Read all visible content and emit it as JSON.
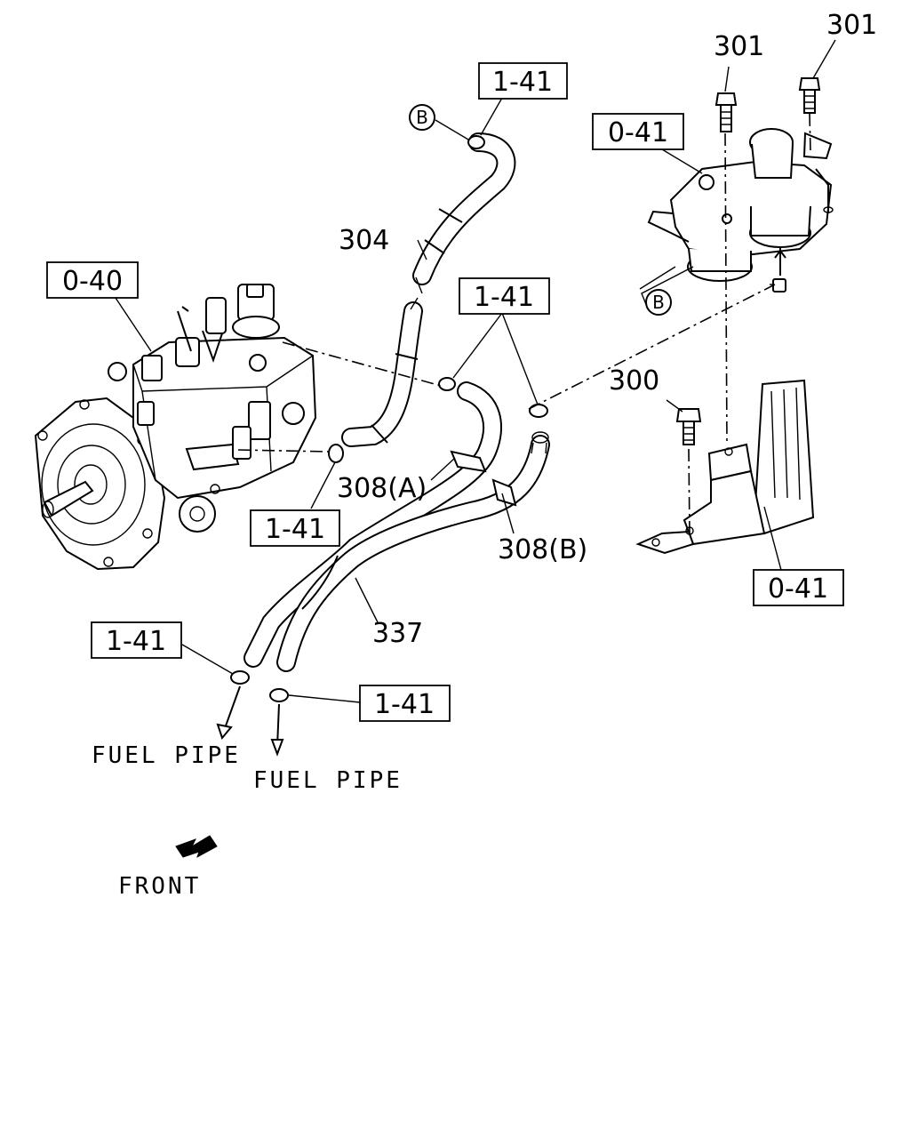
{
  "diagram": {
    "refs": {
      "hose_upper": "1-41",
      "filter": "0-41",
      "pump": "0-40",
      "clips": "1-41",
      "pump_clip": "1-41",
      "bracket": "0-41",
      "pipe_left": "1-41",
      "pipe_right": "1-41"
    },
    "part_numbers": {
      "bolt_301_a": "301",
      "bolt_301_b": "301",
      "hose_304": "304",
      "bolt_300": "300",
      "clip_308a": "308(A)",
      "clip_308b": "308(B)",
      "hose_337": "337"
    },
    "connector_letters": {
      "upper": "B",
      "filter": "B"
    },
    "texts": {
      "fuel_pipe_left": "FUEL PIPE",
      "fuel_pipe_right": "FUEL PIPE",
      "front": "FRONT"
    }
  }
}
